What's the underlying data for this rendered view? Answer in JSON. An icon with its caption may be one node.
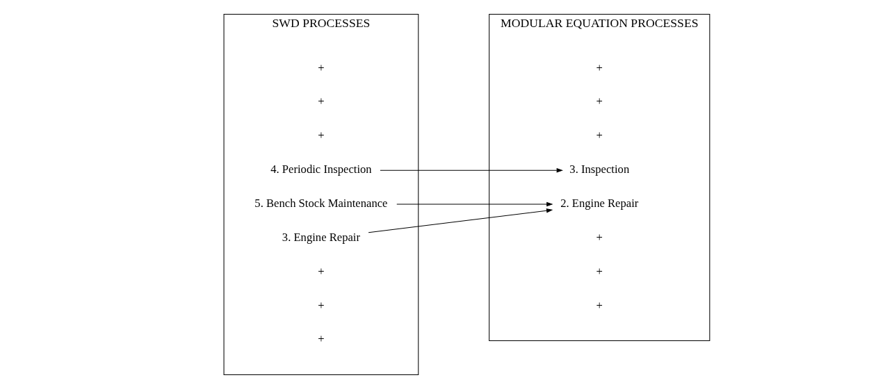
{
  "diagram": {
    "nodes": [
      {
        "text": [
          "SWD PROCESSES"
        ]
      },
      {
        "text": [
          "3. Engine Repair"
        ],
        "in": 0
      },
      {
        "text": [
          "4. Periodic Inspection"
        ],
        "in": 0
      },
      {
        "text": [
          "5. Bench Stock Maintenance"
        ],
        "in": 0
      },
      {
        "text": [
          "MODULAR EQUATION PROCESSES"
        ]
      },
      {
        "text": [
          "2. Engine Repair"
        ],
        "in": 4
      },
      {
        "text": [
          "3. Inspection"
        ],
        "in": 4
      }
    ],
    "edges": [
      {
        "from": 1,
        "to": 5,
        "arrow": "to"
      },
      {
        "from": 2,
        "to": 6,
        "arrow": "to"
      },
      {
        "from": 3,
        "to": 5,
        "arrow": "to"
      }
    ],
    "labels": [
      "+",
      "+",
      "+",
      "+",
      "+",
      "+",
      "+",
      "+",
      "+",
      "+",
      "+",
      "+"
    ]
  }
}
